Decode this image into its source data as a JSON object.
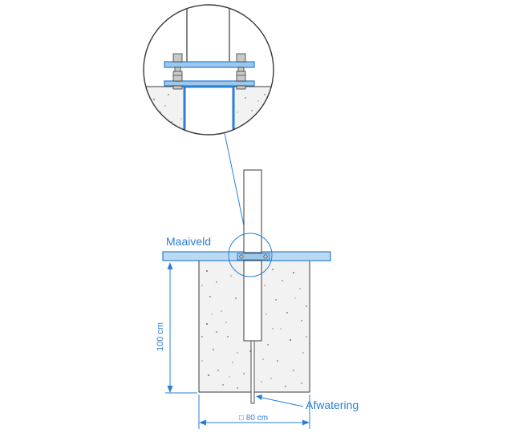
{
  "labels": {
    "ground_level": "Maaiveld",
    "depth": "100 cm",
    "drainage": "Afwatering",
    "width": "□ 80 cm"
  },
  "colors": {
    "accent": "#2a7fd4",
    "ground_fill": "#bcd9f2",
    "outline": "#3a3a3a",
    "concrete": "#f2f2f2",
    "plate": "#9cc8ec",
    "bolt": "#c9c9c9"
  }
}
